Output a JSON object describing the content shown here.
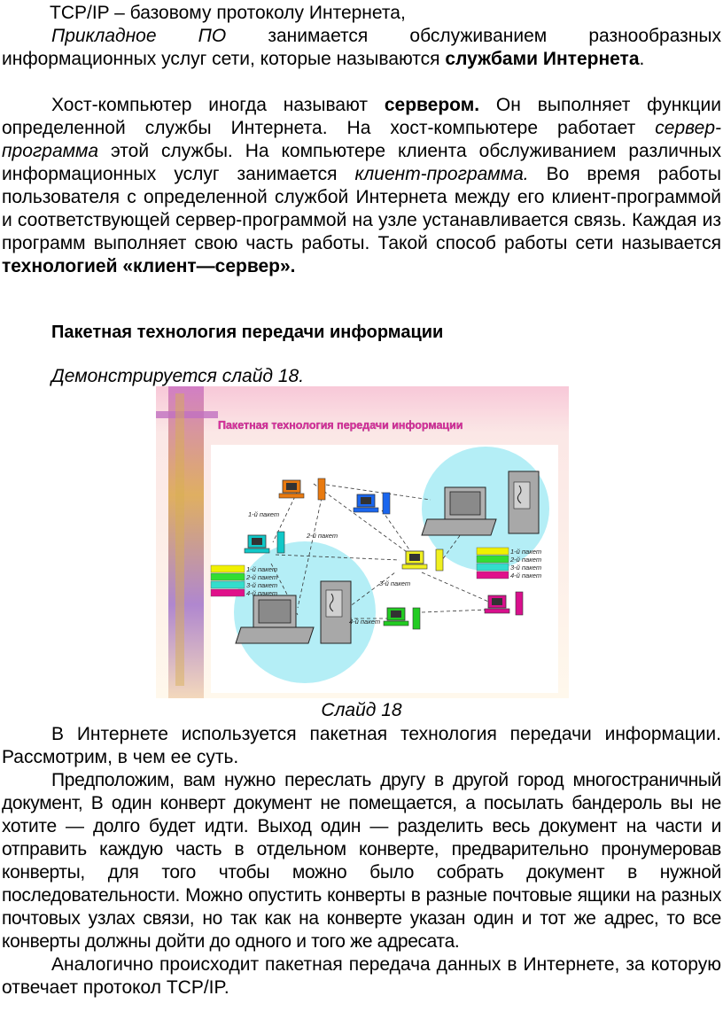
{
  "text": {
    "line1": "TCP/IP – базовому протоколу Интернета,",
    "p1_a": "Прикладное ПО",
    "p1_b": " занимается обслуживанием разнообразных информационных услуг сети, которые называются ",
    "p1_c": "службами Интернета",
    "p1_d": ".",
    "p2_a": "Хост-компьютер иногда называют ",
    "p2_b": "сервером.",
    "p2_c": " Он выполняет функции определенной службы Интернета. На хост-компьютере работает ",
    "p2_d": "сервер-программа",
    "p2_e": " этой службы. На компьютере клиента обслуживанием различных информационных услуг занимается ",
    "p2_f": "клиент-программа.",
    "p2_g": " Во время работы пользователя с определенной службой Интернета между его клиент-программой и соответствующей сервер-программой на узле устанавливается связь. Каждая из программ выполняет свою часть работы. Такой способ работы сети называется ",
    "p2_h": "технологией «клиент—сервер».",
    "heading": "Пакетная технология передачи информации",
    "demo": "Демонстрируется слайд 18.",
    "caption": "Слайд 18",
    "p3": "В Интернете используется пакетная технология передачи информации. Рассмотрим, в чем ее суть.",
    "p4": "Предположим, вам нужно переслать другу в другой город многостраничный документ, В один конверт документ не помещается, а посылать бандероль вы не хотите — долго будет идти. Выход один — разделить весь документ на части и отправить каждую часть в отдельном конверте, предварительно пронумеровав конверты, для того чтобы можно было собрать документ в нужной последовательности. Можно опустить конверты в разные почтовые ящики на разных почтовых узлах связи, но так как на конверте указан один и тот же адрес, то все конверты должны дойти до одного и того же адресата.",
    "p5": "Аналогично происходит пакетная передача данных в Интернете, за которую отвечает протокол TCP/IP."
  },
  "slide": {
    "title": "Пакетная технология передачи информации",
    "packet_labels": [
      "1-й пакет",
      "2-й пакет",
      "3-й пакет",
      "4-й пакет"
    ],
    "legend_left": [
      "1-й пакет",
      "2-й пакет",
      "3-й пакет",
      "4-й пакет"
    ],
    "legend_right": [
      "1-й пакет",
      "2-й пакет",
      "3-й пакет",
      "4-й пакет"
    ],
    "colors": {
      "packet1": "#f0f000",
      "packet2": "#33dd33",
      "packet3": "#33ddcc",
      "packet4": "#e0108a",
      "node_orange": "#e87a10",
      "node_blue": "#1a66ee",
      "node_cyan": "#10c8c8",
      "node_yellow": "#f0f020",
      "node_green": "#22cc22",
      "node_magenta": "#d8108c",
      "server_circle": "#b4eef6",
      "title_color": "#e030a0"
    }
  }
}
